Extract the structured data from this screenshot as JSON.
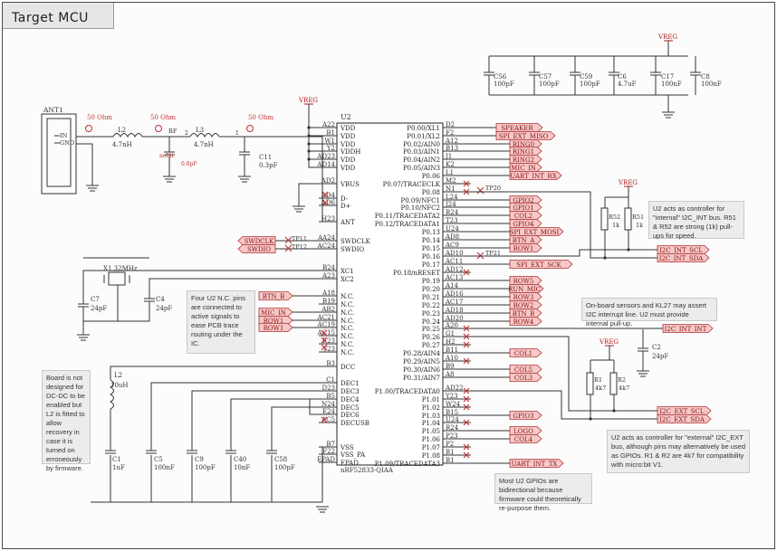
{
  "page": {
    "title": "Target MCU"
  },
  "chip": {
    "ref": "U2",
    "part": "nRF52833-QIAA",
    "left_pins": [
      {
        "num": "A22",
        "name": "VDD"
      },
      {
        "num": "B1",
        "name": "VDD"
      },
      {
        "num": "W1",
        "name": "VDD"
      },
      {
        "num": "Y2",
        "name": "VDDH"
      },
      {
        "num": "AD23",
        "name": "VDD"
      },
      {
        "num": "AD14",
        "name": "VDD"
      },
      {
        "num": "AD2",
        "name": "VBUS"
      },
      {
        "num": "AD4",
        "name": "D-"
      },
      {
        "num": "AD6",
        "name": "D+"
      },
      {
        "num": "H23",
        "name": "ANT"
      },
      {
        "num": "AA24",
        "name": "SWDCLK"
      },
      {
        "num": "AC24",
        "name": "SWDIO"
      },
      {
        "num": "B24",
        "name": "XC1"
      },
      {
        "num": "A23",
        "name": "XC2"
      },
      {
        "num": "A18",
        "name": "N.C."
      },
      {
        "num": "B19",
        "name": "N.C."
      },
      {
        "num": "AB2",
        "name": "N.C."
      },
      {
        "num": "AC21",
        "name": "N.C."
      },
      {
        "num": "AC19",
        "name": "N.C."
      },
      {
        "num": "AC15",
        "name": "N.C."
      },
      {
        "num": "F23",
        "name": "N.C."
      },
      {
        "num": "Y23",
        "name": "N.C."
      },
      {
        "num": "B3",
        "name": "DCC"
      },
      {
        "num": "C1",
        "name": "DEC1"
      },
      {
        "num": "D23",
        "name": "DEC3"
      },
      {
        "num": "B5",
        "name": "DEC4"
      },
      {
        "num": "N24",
        "name": "DEC5"
      },
      {
        "num": "E24",
        "name": "DEC6"
      },
      {
        "num": "AC5",
        "name": "DECUSB"
      },
      {
        "num": "B7",
        "name": "VSS"
      },
      {
        "num": "F22",
        "name": "VSS_PA"
      },
      {
        "num": "EPAD",
        "name": "EPAD"
      }
    ],
    "right_pins": [
      {
        "num": "D2",
        "name": "P0.00/XL1"
      },
      {
        "num": "F2",
        "name": "P0.01/XL2"
      },
      {
        "num": "A12",
        "name": "P0.02/AIN0"
      },
      {
        "num": "B13",
        "name": "P0.03/AIN1"
      },
      {
        "num": "J1",
        "name": "P0.04/AIN2"
      },
      {
        "num": "K2",
        "name": "P0.05/AIN3"
      },
      {
        "num": "L1",
        "name": "P0.06"
      },
      {
        "num": "M2",
        "name": "P0.07/TRACECLK"
      },
      {
        "num": "N1",
        "name": "P0.08"
      },
      {
        "num": "L24",
        "name": "P0.09/NFC1"
      },
      {
        "num": "J24",
        "name": "P0.10/NFC2"
      },
      {
        "num": "R24",
        "name": "P0.11/TRACEDATA2"
      },
      {
        "num": "T23",
        "name": "P0.12/TRACEDATA1"
      },
      {
        "num": "U24",
        "name": "P0.13"
      },
      {
        "num": "AD8",
        "name": "P0.14"
      },
      {
        "num": "AC9",
        "name": "P0.15"
      },
      {
        "num": "AD10",
        "name": "P0.16"
      },
      {
        "num": "AC11",
        "name": "P0.17"
      },
      {
        "num": "AD12",
        "name": "P0.18/nRESET"
      },
      {
        "num": "AC13",
        "name": "P0.19"
      },
      {
        "num": "A14",
        "name": "P0.20"
      },
      {
        "num": "AD16",
        "name": "P0.21"
      },
      {
        "num": "AC17",
        "name": "P0.22"
      },
      {
        "num": "AD18",
        "name": "P0.23"
      },
      {
        "num": "AD20",
        "name": "P0.24"
      },
      {
        "num": "A20",
        "name": "P0.25"
      },
      {
        "num": "G1",
        "name": "P0.26"
      },
      {
        "num": "H2",
        "name": "P0.27"
      },
      {
        "num": "B11",
        "name": "P0.28/AIN4"
      },
      {
        "num": "A10",
        "name": "P0.29/AIN5"
      },
      {
        "num": "B9",
        "name": "P0.30/AIN6"
      },
      {
        "num": "A8",
        "name": "P0.31/AIN7"
      },
      {
        "num": "AD22",
        "name": "P1.00/TRACEDATA0"
      },
      {
        "num": "Y23",
        "name": "P1.01"
      },
      {
        "num": "W24",
        "name": "P1.02"
      },
      {
        "num": "B15",
        "name": "P1.03"
      },
      {
        "num": "U24",
        "name": "P1.04"
      },
      {
        "num": "R24",
        "name": "P1.05"
      },
      {
        "num": "P23",
        "name": "P1.06"
      },
      {
        "num": "P2",
        "name": "P1.07"
      },
      {
        "num": "R1",
        "name": "P1.08"
      },
      {
        "num": "R1",
        "name": "P1.09/TRACEDATA3"
      }
    ]
  },
  "nets": {
    "speaker": "SPEAKER",
    "spi_ext_miso": "SPI_EXT_MISO",
    "ring0": "RING0",
    "ring1": "RING1",
    "ring2": "RING2",
    "mic_in": "MIC_IN",
    "uart_int_rx": "UART_INT_RX",
    "gpio2": "GPIO2",
    "gpio1": "GPIO1",
    "col2": "COL2",
    "gpio4": "GPIO4",
    "spi_ext_mosi": "SPI_EXT_MOSI",
    "btn_a": "BTN_A",
    "row1": "ROW1",
    "i2c_int_scl": "I2C_INT_SCL",
    "i2c_int_sda": "I2C_INT_SDA",
    "spi_ext_sck": "SPI_EXT_SCK",
    "row5": "ROW5",
    "run_mic": "RUN_MIC",
    "row3": "ROW3",
    "row2": "ROW2",
    "btn_b": "BTN_B",
    "row4": "ROW4",
    "i2c_int_int": "I2C_INT_INT",
    "col1": "COL1",
    "col5": "COL5",
    "col3": "COL3",
    "i2c_ext_scl": "I2C_EXT_SCL",
    "i2c_ext_sda": "I2C_EXT_SDA",
    "gpio3": "GPIO3",
    "logo": "LOGO",
    "col4": "COL4",
    "uart_int_tx": "UART_INT_TX",
    "swdclk": "SWDCLK",
    "swdio": "SWDIO",
    "btn_b_left": "BTN_B",
    "mic_in_left": "MIC_IN",
    "row1_left": "ROW1",
    "row1_left2": "ROW1"
  },
  "power": {
    "vreg": "VREG"
  },
  "components": {
    "ant1": "ANT1",
    "ant_in": "IN",
    "ant_gnd": "GND",
    "l2_rf": "L2",
    "l2_rf_val": "4.7nH",
    "l3": "L3",
    "l3_val": "4.7nH",
    "rf": "RF",
    "nofit_cap": "noFit",
    "nofit_cap_val": "0.8pF",
    "c11": "C11",
    "c11_val": "0.3pF",
    "z1": "50 Ohm",
    "z2": "50 Ohm",
    "z3": "50 Ohm",
    "pin1": "1",
    "pin2": "2",
    "pin1b": "1",
    "xtal": "X1 32MHz",
    "c7": "C7",
    "c7_val": "24pF",
    "c4": "C4",
    "c4_val": "24pF",
    "l2_dcdc": "L2",
    "l2_dcdc_val": "10uH",
    "c1": "C1",
    "c1_val": "1uF",
    "c5": "C5",
    "c5_val": "100nF",
    "c9": "C9",
    "c9_val": "100pF",
    "c40": "C40",
    "c40_val": "10nF",
    "c58": "C58",
    "c58_val": "100pF",
    "c56": "C56",
    "c56_val": "100pF",
    "c57": "C57",
    "c57_val": "100pF",
    "c59": "C59",
    "c59_val": "100pF",
    "c6": "C6",
    "c6_val": "4.7uF",
    "c17": "C17",
    "c17_val": "100nF",
    "c8": "C8",
    "c8_val": "100nF",
    "r52": "R52",
    "r52_val": "1k",
    "r51": "R51",
    "r51_val": "1k",
    "r1": "R1",
    "r1_val": "4k7",
    "r2": "R2",
    "r2_val": "4k7",
    "c2": "C2",
    "c2_val": "24pF",
    "tp20": "TP20",
    "tp11": "TP11",
    "tp12": "TP12",
    "tp21": "TP21"
  },
  "notes": [
    "Four U2 N.C. pins are connected to active signals to ease PCB trace routing under the IC.",
    "Board is not designed for DC-DC to be enabled but L2 is fitted to allow recovery in case it is turned on erroneously by firmware.",
    "U2 acts as controller for \"internal\" I2C_INT bus. R51 & R52 are strong (1k) pull-ups for speed.",
    "On-board sensors and KL27 may assert I2C interrupt line. U2 must provide internal pull-up.",
    "U2 acts as controller for \"external\" I2C_EXT bus, although pins may alternatively be used as GPIOs. R1 & R2 are 4k7 for compatibility with micro:bit V1.",
    "Most U2 GPIOs are bidirectional because firmware could theoretically re-purpose them."
  ]
}
